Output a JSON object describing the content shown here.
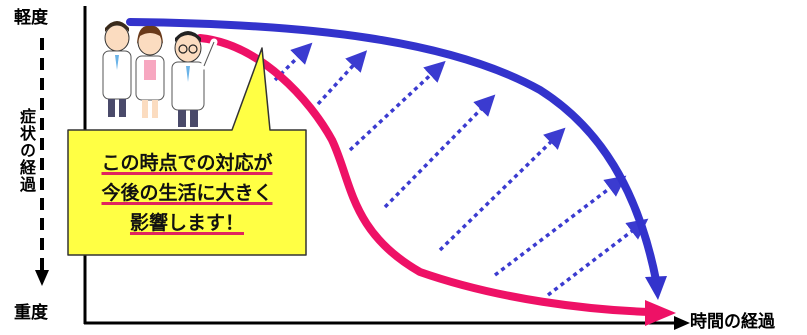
{
  "axes": {
    "y_top": "軽度",
    "y_bottom": "重度",
    "y_title": "症状の経過",
    "x_title": "時間の経過"
  },
  "callout": {
    "line1": "この時点での対応が",
    "line2": "今後の生活に大きく",
    "line3": "影響します！"
  },
  "curves": {
    "good_outcome_color": "#3333cc",
    "poor_outcome_color": "#ee1166"
  },
  "illustration": "three-doctors"
}
